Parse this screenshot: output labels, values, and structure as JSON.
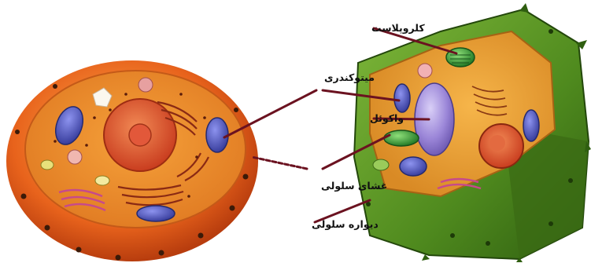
{
  "labels": {
    "chloroplast": "کلروپلاست",
    "mitochondria": "میتوکندری",
    "vacuole": "واکوئل",
    "cell_membrane": "غشای سلولی",
    "cell_wall": "دیواره سلولی"
  },
  "colors": {
    "pointer": "#6b1220",
    "animal_cell": "#e8631c",
    "cytoplasm": "#f2a33a",
    "plant_wall": "#4f8a1e",
    "vacuole": "#9b86d8",
    "mitochondria": "#5e63c4",
    "chloroplast": "#3da33d",
    "nucleus": "#d9482a"
  }
}
